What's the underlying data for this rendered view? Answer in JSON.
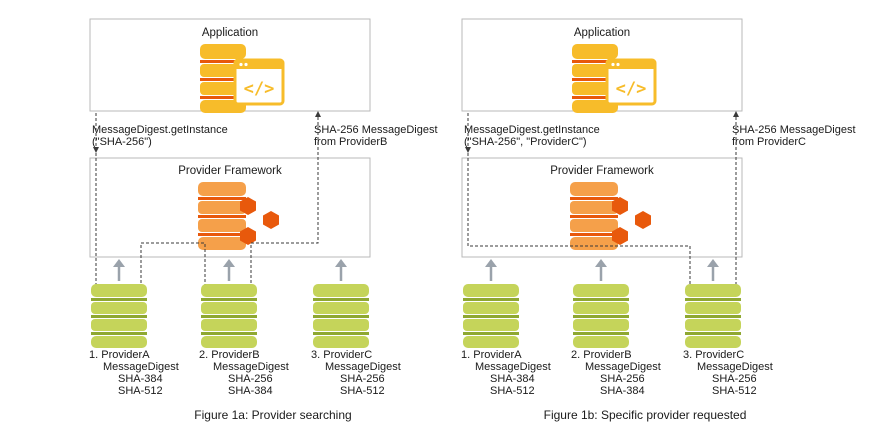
{
  "colors": {
    "db_yellow": "#f7bc2a",
    "db_orange": "#e8590c",
    "db_orange_light": "#f5a04a",
    "provider_green": "#c5d45a",
    "provider_green_dark": "#8fa832",
    "gray_arrow": "#9aa2ab"
  },
  "figures": [
    {
      "application_title": "Application",
      "framework_title": "Provider Framework",
      "request_label": [
        "MessageDigest.getInstance",
        "(\"SHA-256\")"
      ],
      "response_label": [
        "SHA-256 MessageDigest",
        "from ProviderB"
      ],
      "providers": [
        {
          "name": "1. ProviderA",
          "lines": [
            "MessageDigest",
            "SHA-384",
            "SHA-512"
          ]
        },
        {
          "name": "2. ProviderB",
          "lines": [
            "MessageDigest",
            "SHA-256",
            "SHA-384"
          ]
        },
        {
          "name": "3. ProviderC",
          "lines": [
            "MessageDigest",
            "SHA-256",
            "SHA-512"
          ]
        }
      ],
      "caption": "Figure 1a: Provider searching"
    },
    {
      "application_title": "Application",
      "framework_title": "Provider Framework",
      "request_label": [
        "MessageDigest.getInstance",
        "(\"SHA-256\", \"ProviderC\")"
      ],
      "response_label": [
        "SHA-256 MessageDigest",
        "from ProviderC"
      ],
      "providers": [
        {
          "name": "1. ProviderA",
          "lines": [
            "MessageDigest",
            "SHA-384",
            "SHA-512"
          ]
        },
        {
          "name": "2. ProviderB",
          "lines": [
            "MessageDigest",
            "SHA-256",
            "SHA-384"
          ]
        },
        {
          "name": "3. ProviderC",
          "lines": [
            "MessageDigest",
            "SHA-256",
            "SHA-512"
          ]
        }
      ],
      "caption": "Figure 1b: Specific provider requested"
    }
  ]
}
